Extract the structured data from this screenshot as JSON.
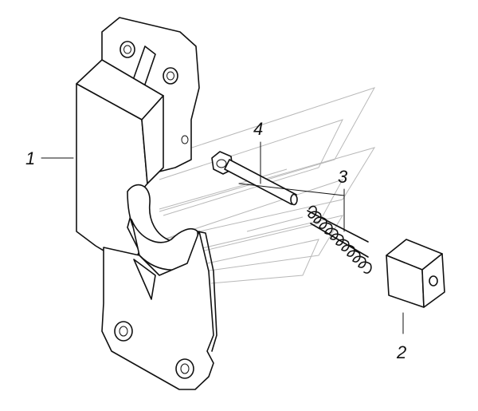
{
  "diagram": {
    "callouts": [
      {
        "id": "part-1",
        "label": "1"
      },
      {
        "id": "part-2",
        "label": "2"
      },
      {
        "id": "part-3",
        "label": "3"
      },
      {
        "id": "part-4",
        "label": "4"
      }
    ]
  }
}
